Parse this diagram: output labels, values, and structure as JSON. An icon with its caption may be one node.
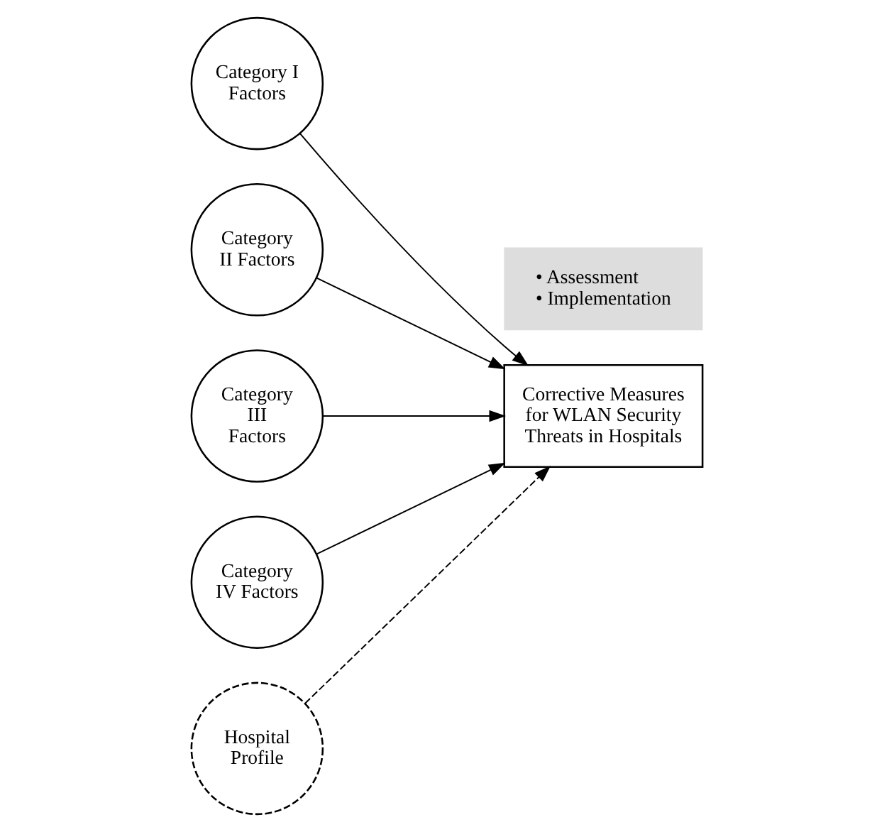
{
  "diagram": {
    "nodes": [
      {
        "text": [
          "Category I Factors"
        ]
      },
      {
        "text": [
          "Category II Factors"
        ]
      },
      {
        "text": [
          "Category III Factors"
        ]
      },
      {
        "text": [
          "Category IV Factors"
        ]
      },
      {
        "text": [
          "Hospital Profile"
        ]
      },
      {
        "text": [
          "Corrective Measures for WLAN Security Threats in Hospitals"
        ]
      },
      {
        "text": [
          "• Assessment",
          "• Implementation"
        ]
      }
    ],
    "edges": [
      {
        "from": 0,
        "to": 5,
        "arrow": "to"
      },
      {
        "from": 1,
        "to": 5,
        "arrow": "to"
      },
      {
        "from": 2,
        "to": 5,
        "arrow": "to"
      },
      {
        "from": 3,
        "to": 5,
        "arrow": "to"
      },
      {
        "from": 4,
        "to": 5,
        "arrow": "to",
        "style": "dashed"
      }
    ]
  }
}
